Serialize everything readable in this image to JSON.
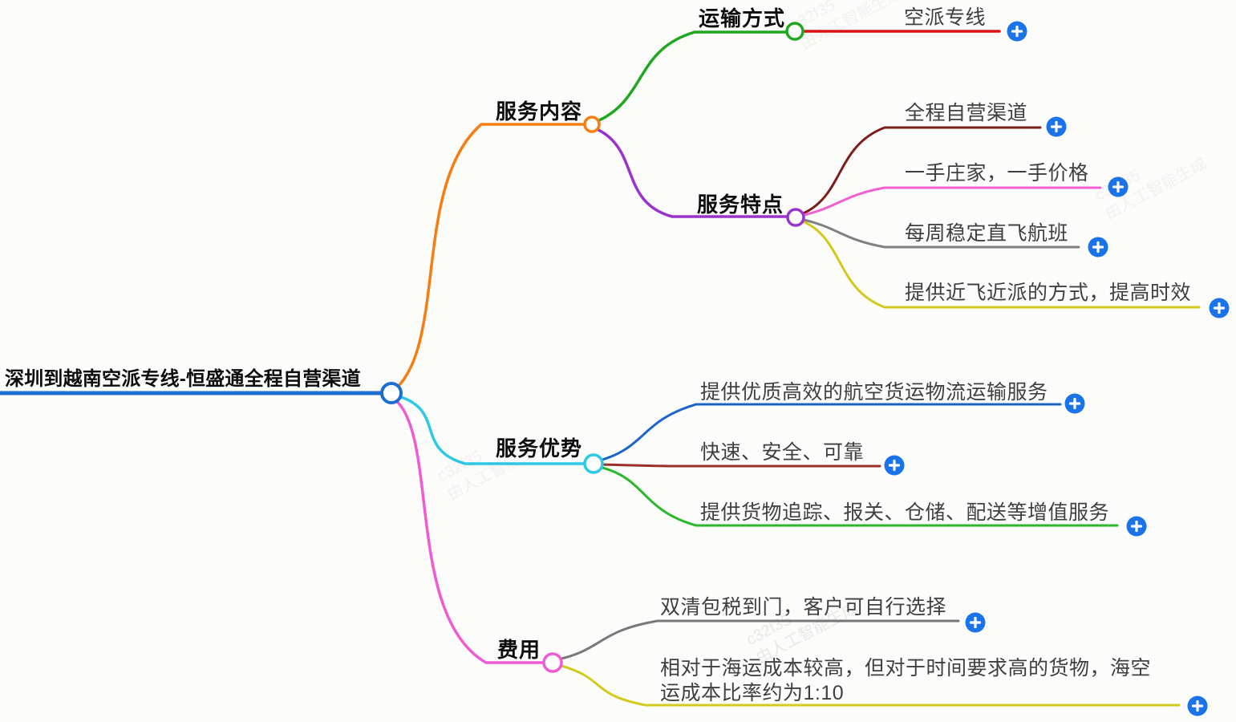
{
  "root": {
    "label": "深圳到越南空派专线-恒盛通全程自营渠道",
    "color": "#1c6fd1"
  },
  "branches": [
    {
      "label": "服务内容",
      "color": "#f57d11",
      "children": [
        {
          "label": "运输方式",
          "color": "#1fa81f",
          "children": [
            {
              "label": "空派专线",
              "color": "#dd1111"
            }
          ]
        },
        {
          "label": "服务特点",
          "color": "#9933cc",
          "children": [
            {
              "label": "全程自营渠道",
              "color": "#7a1f1a"
            },
            {
              "label": "一手庄家，一手价格",
              "color": "#f25fd0"
            },
            {
              "label": "每周稳定直飞航班",
              "color": "#808080"
            },
            {
              "label": "提供近飞近派的方式，提高时效",
              "color": "#d2ca1c"
            }
          ]
        }
      ]
    },
    {
      "label": "服务优势",
      "color": "#2cc8e8",
      "children": [
        {
          "label": "提供优质高效的航空货运物流运输服务",
          "color": "#1a66c8"
        },
        {
          "label": "快速、安全、可靠",
          "color": "#9c3028"
        },
        {
          "label": "提供货物追踪、报关、仓储、配送等增值服务",
          "color": "#2cb82c"
        }
      ]
    },
    {
      "label": "费用",
      "color": "#f05ad2",
      "children": [
        {
          "label": "双清包税到门，客户可自行选择",
          "color": "#787878"
        },
        {
          "label": "相对于海运成本较高，但对于时间要求高的货物，海空运成本比率约为1:10",
          "color": "#d2ca1c"
        }
      ]
    }
  ],
  "add_button": {
    "color": "#1a73e8",
    "symbol": "+"
  },
  "watermark": {
    "code": "c32f35",
    "text": "由人工智能生成"
  }
}
